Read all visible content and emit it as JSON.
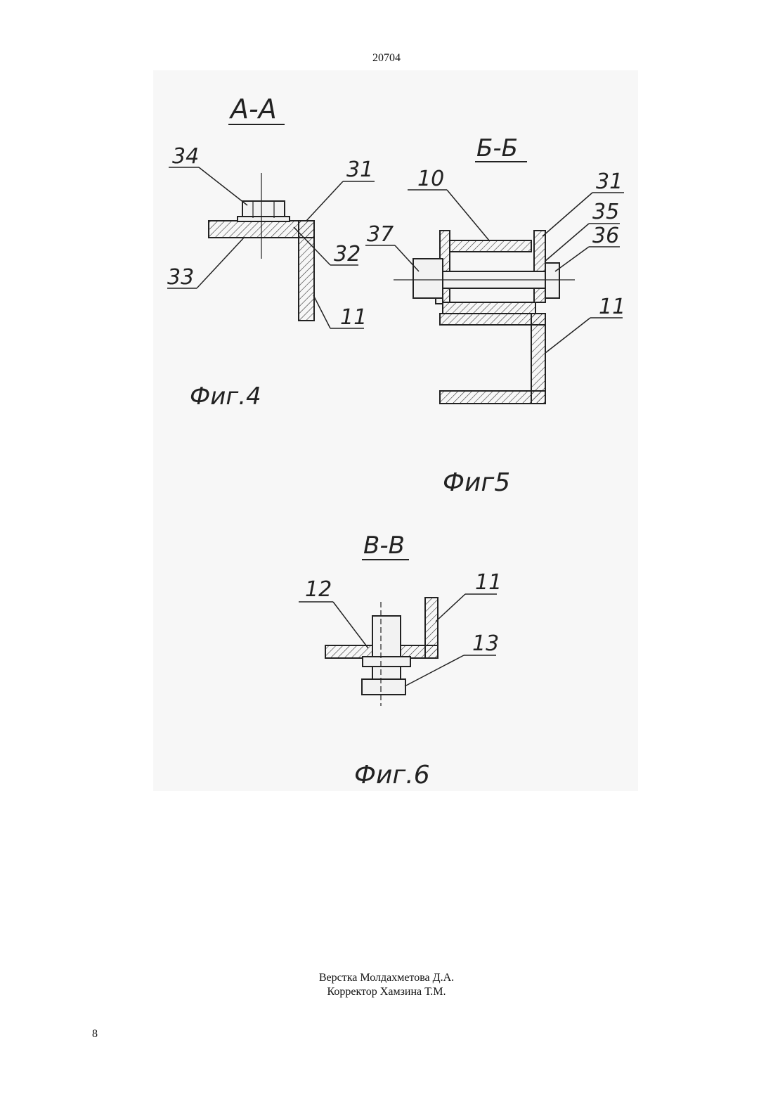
{
  "header": {
    "document_number": "20704"
  },
  "figures": {
    "fig4": {
      "section_label": "А-А",
      "caption": "Фиг.4",
      "part_labels": [
        "34",
        "31",
        "32",
        "33",
        "11"
      ]
    },
    "fig5": {
      "section_label": "Б-Б",
      "caption": "Фиг5",
      "part_labels": [
        "10",
        "31",
        "35",
        "36",
        "37",
        "11"
      ]
    },
    "fig6": {
      "section_label": "В-В",
      "caption": "Фиг.6",
      "part_labels": [
        "12",
        "11",
        "13"
      ]
    }
  },
  "footer": {
    "layout_credit": "Верстка Молдахметова Д.А.",
    "proofreader_credit": "Корректор Хамзина Т.М.",
    "page_number": "8"
  }
}
